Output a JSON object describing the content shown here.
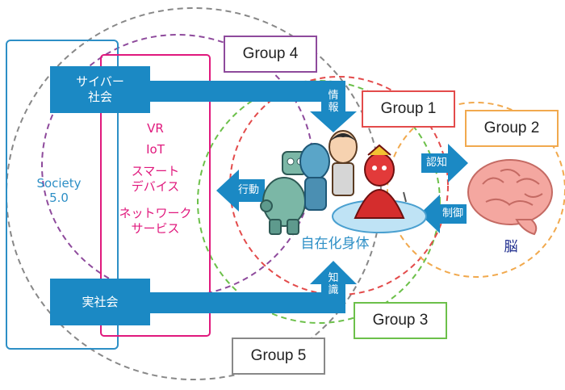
{
  "society_label": "Society\n5.0",
  "cyber_space": "サイバー\n社会",
  "physical_space": "実社会",
  "tech_items": [
    "VR",
    "IoT",
    "スマート\nデバイス",
    "ネットワーク\nサービス"
  ],
  "flows": {
    "information": "情\n報",
    "knowledge": "知\n識",
    "action": "行動",
    "cognition": "認知",
    "control": "制御"
  },
  "avatar_label": "自在化身体",
  "brain_label": "脳",
  "groups": [
    {
      "label": "Group 1",
      "color": "#e34b4b"
    },
    {
      "label": "Group 2",
      "color": "#f1a94e"
    },
    {
      "label": "Group 3",
      "color": "#6cc04a"
    },
    {
      "label": "Group 4",
      "color": "#8e4a9c"
    },
    {
      "label": "Group 5",
      "color": "#888888"
    }
  ],
  "colors": {
    "arrow": "#1b89c4",
    "tech_text": "#e0197d",
    "society_text": "#2d8fc6",
    "brain_label": "#1b2a8c"
  }
}
